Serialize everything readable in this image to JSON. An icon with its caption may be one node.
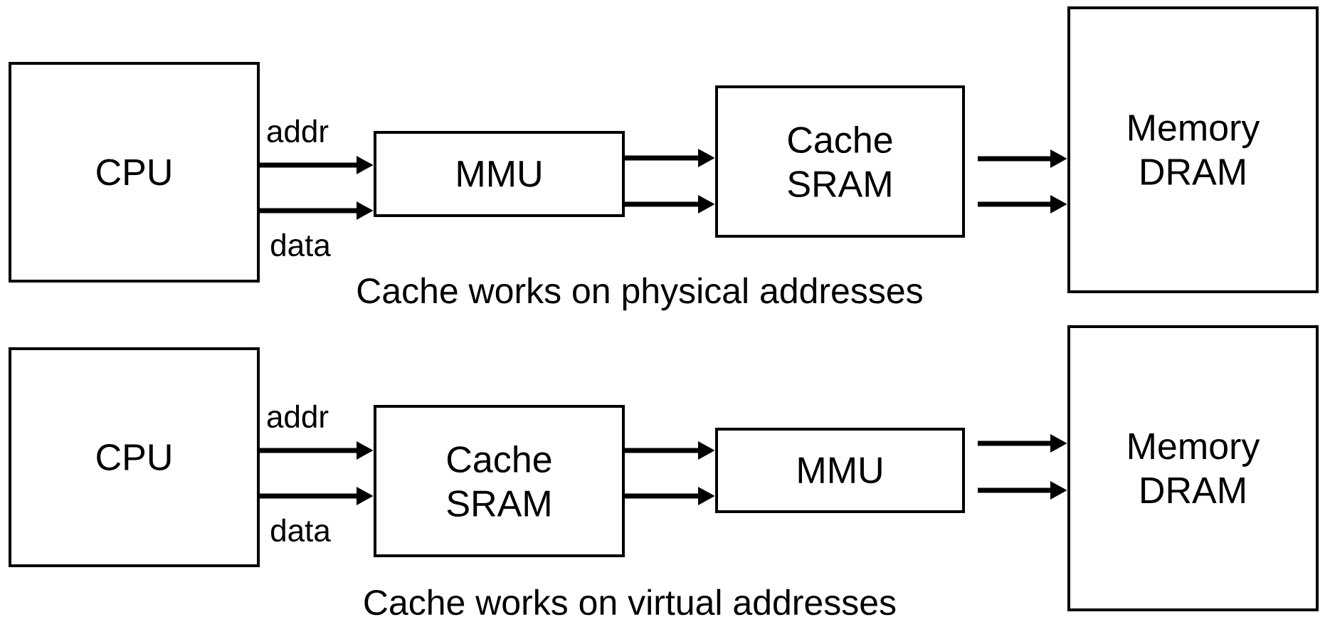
{
  "diagram": {
    "nodes": [
      {
        "text": [
          "CPU"
        ]
      },
      {
        "text": [
          "MMU"
        ]
      },
      {
        "text": [
          "Cache",
          "SRAM"
        ]
      },
      {
        "text": [
          "Memory",
          "DRAM"
        ]
      },
      {
        "text": [
          "CPU"
        ]
      },
      {
        "text": [
          "Cache",
          "SRAM"
        ]
      },
      {
        "text": [
          "MMU"
        ]
      },
      {
        "text": [
          "Memory",
          "DRAM"
        ]
      }
    ],
    "edges": [
      {
        "from": 0,
        "to": 1,
        "arrow": "to",
        "label": "addr"
      },
      {
        "from": 0,
        "to": 1,
        "arrow": "to",
        "label": "data"
      },
      {
        "from": 1,
        "to": 2,
        "arrow": "to"
      },
      {
        "from": 1,
        "to": 2,
        "arrow": "to"
      },
      {
        "from": 2,
        "to": 3,
        "arrow": "to"
      },
      {
        "from": 2,
        "to": 3,
        "arrow": "to"
      },
      {
        "from": 4,
        "to": 5,
        "arrow": "to",
        "label": "addr"
      },
      {
        "from": 4,
        "to": 5,
        "arrow": "to",
        "label": "data"
      },
      {
        "from": 5,
        "to": 6,
        "arrow": "to"
      },
      {
        "from": 5,
        "to": 6,
        "arrow": "to"
      },
      {
        "from": 6,
        "to": 7,
        "arrow": "to"
      },
      {
        "from": 6,
        "to": 7,
        "arrow": "to"
      }
    ],
    "labels": [
      "Cache works on physical addresses",
      "Cache works on virtual addresses"
    ]
  }
}
